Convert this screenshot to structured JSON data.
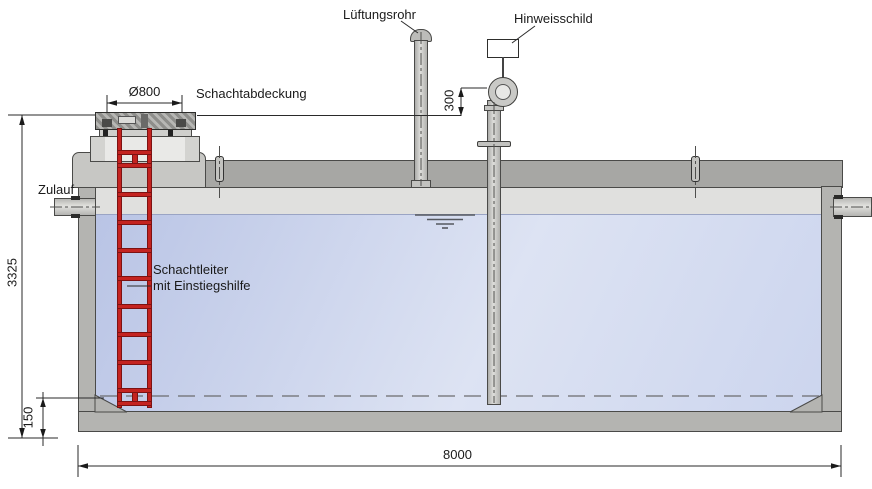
{
  "diagram": {
    "type": "technical-section-drawing",
    "labels": {
      "vent_pipe": "Lüftungsrohr",
      "info_sign": "Hinweisschild",
      "shaft_cover": "Schachtabdeckung",
      "inlet": "Zulauf",
      "shaft_ladder_line1": "Schachtleiter",
      "shaft_ladder_line2": "mit Einstiegshilfe"
    },
    "dimensions": {
      "cover_diameter": "Ø800",
      "overall_depth": "3325",
      "sign_outlet_height": "300",
      "bottom_clearance": "150",
      "overall_length": "8000"
    },
    "colors": {
      "concrete_gray": "#b4b4b1",
      "lid_gray": "#a7a7a4",
      "water_blue": "#c9d3ee",
      "ladder_red": "#c42320",
      "line_dark": "#1a1a1a"
    }
  }
}
